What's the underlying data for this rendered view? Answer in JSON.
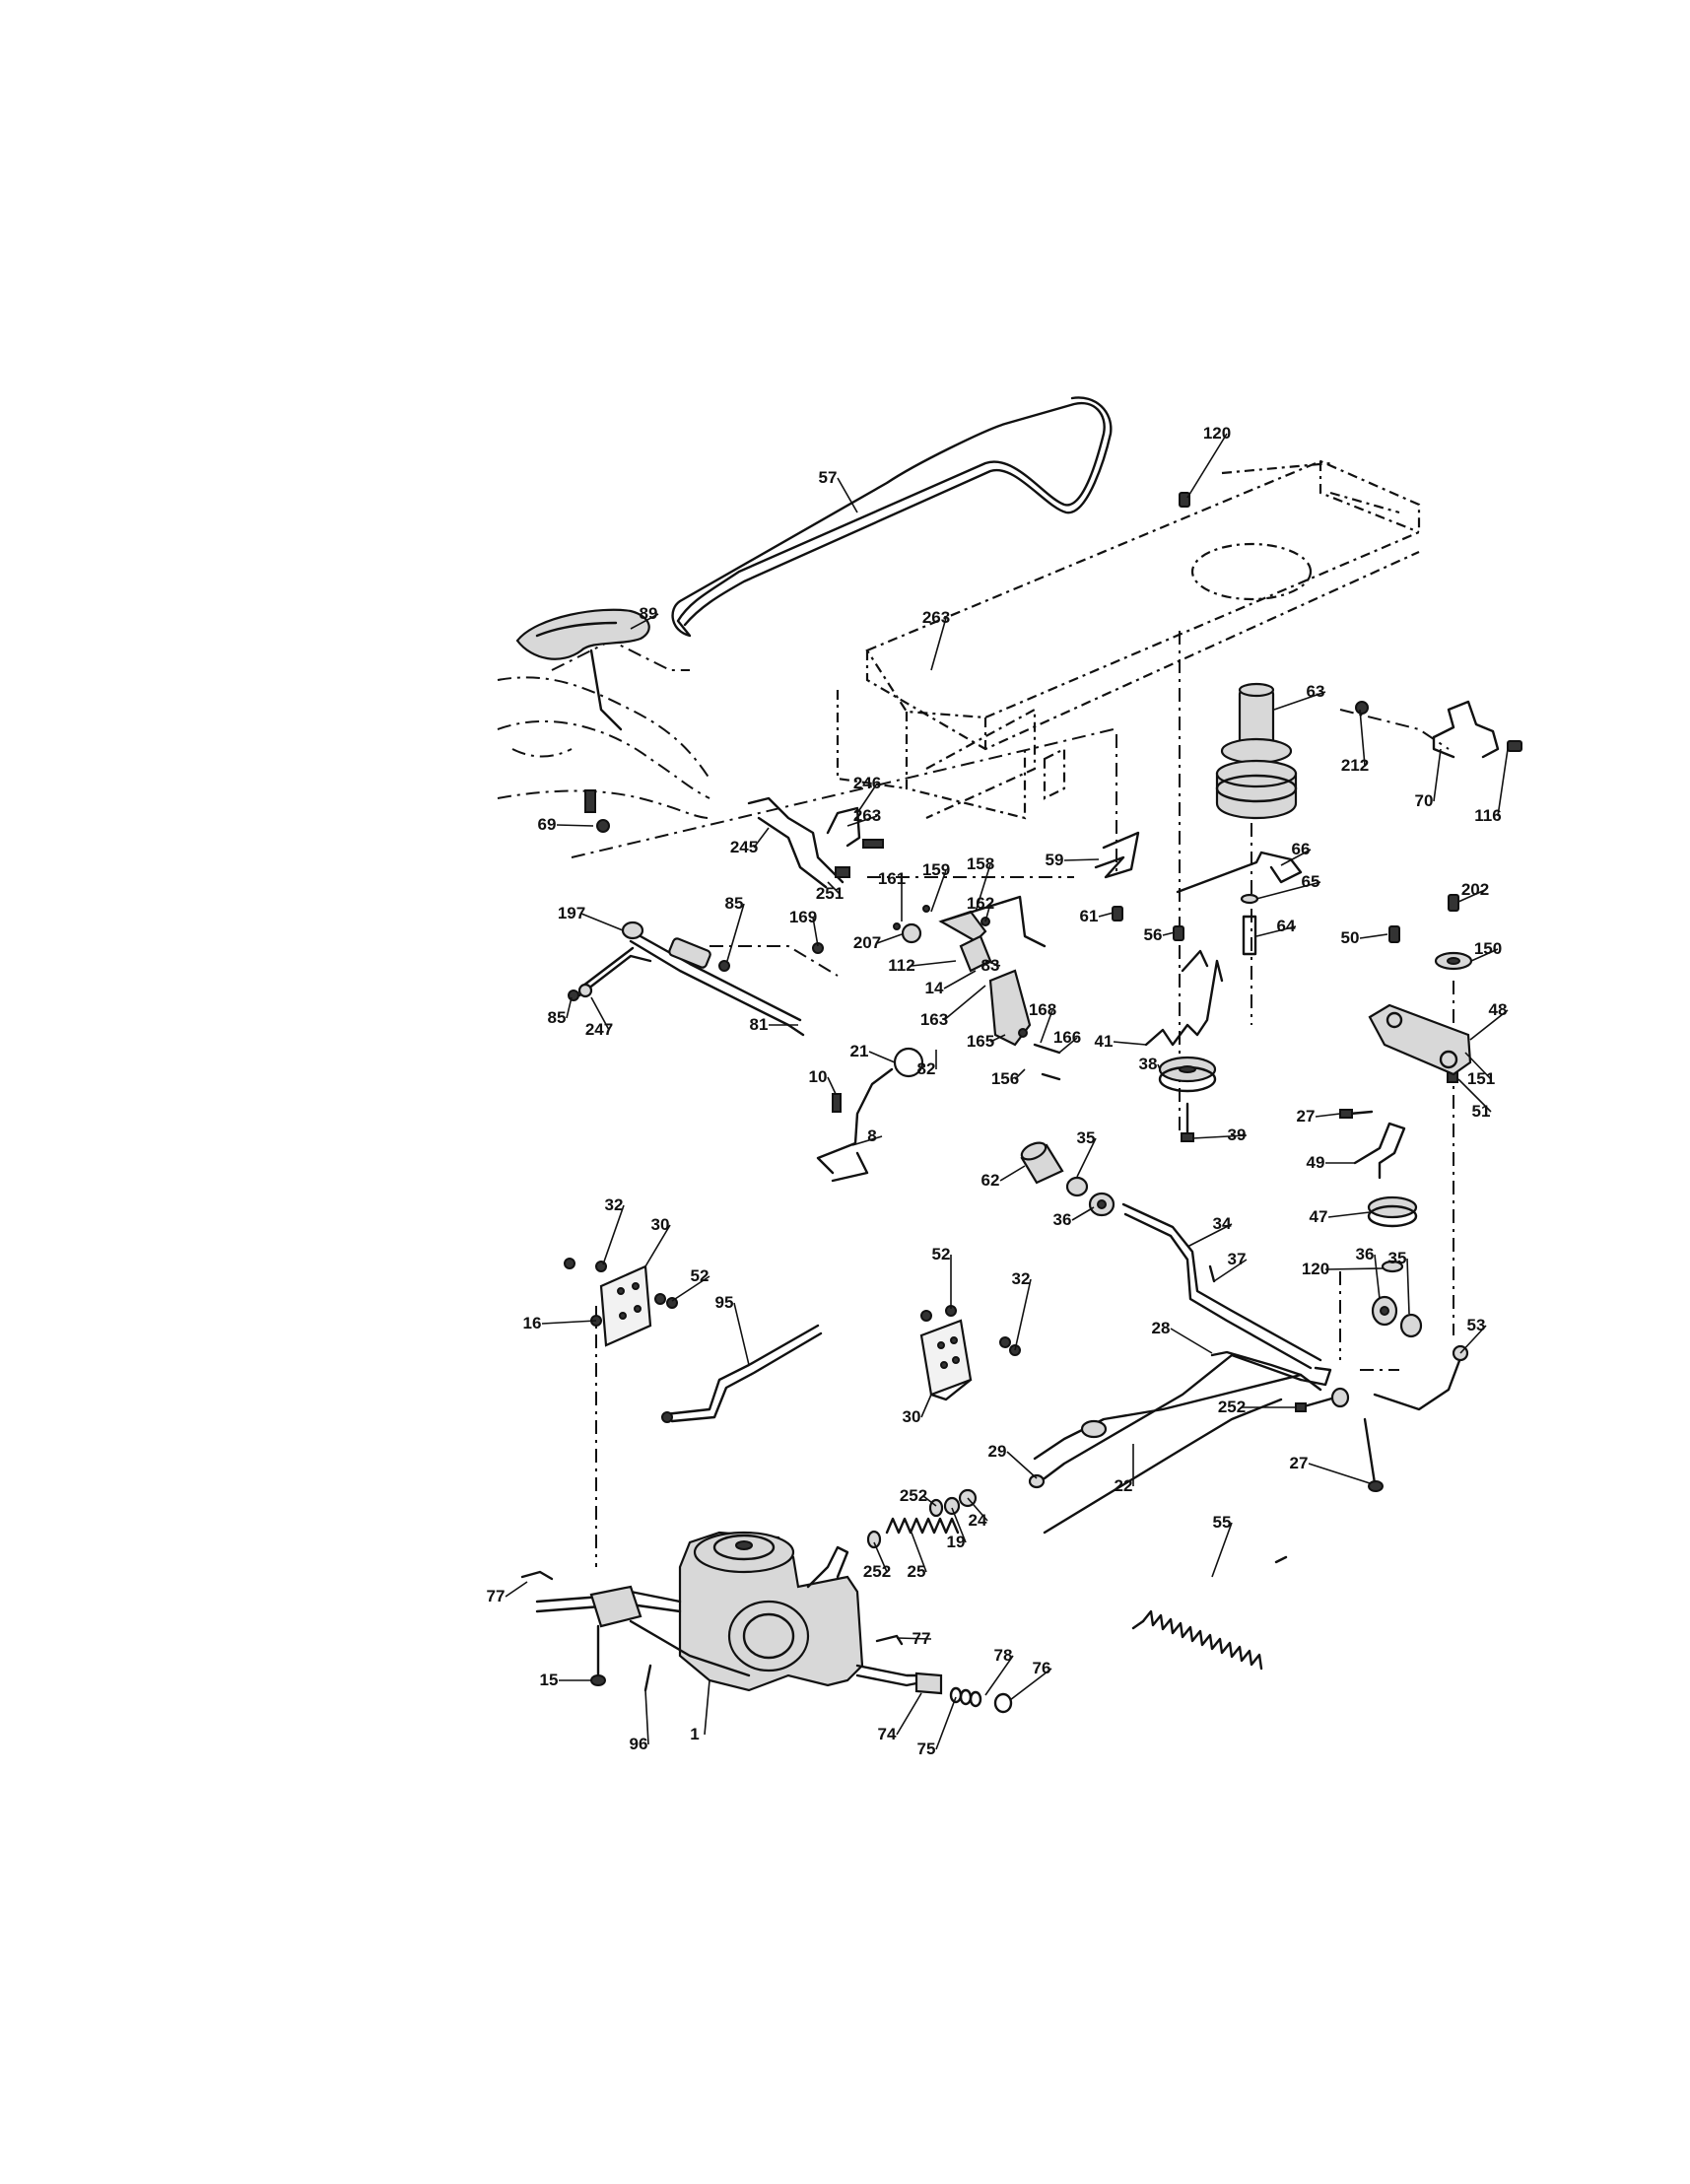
{
  "diagram": {
    "type": "exploded parts diagram",
    "callouts": [
      {
        "id": "c57",
        "label": "57"
      },
      {
        "id": "c120a",
        "label": "120"
      },
      {
        "id": "c89",
        "label": "89"
      },
      {
        "id": "c263a",
        "label": "263"
      },
      {
        "id": "c63",
        "label": "63"
      },
      {
        "id": "c212",
        "label": "212"
      },
      {
        "id": "c70",
        "label": "70"
      },
      {
        "id": "c116",
        "label": "116"
      },
      {
        "id": "c69",
        "label": "69"
      },
      {
        "id": "c246",
        "label": "246"
      },
      {
        "id": "c263b",
        "label": "263"
      },
      {
        "id": "c245",
        "label": "245"
      },
      {
        "id": "c251",
        "label": "251"
      },
      {
        "id": "c59",
        "label": "59"
      },
      {
        "id": "c66",
        "label": "66"
      },
      {
        "id": "c65",
        "label": "65"
      },
      {
        "id": "c202",
        "label": "202"
      },
      {
        "id": "c197",
        "label": "197"
      },
      {
        "id": "c85a",
        "label": "85"
      },
      {
        "id": "c169",
        "label": "169"
      },
      {
        "id": "c161",
        "label": "161"
      },
      {
        "id": "c159",
        "label": "159"
      },
      {
        "id": "c158",
        "label": "158"
      },
      {
        "id": "c162",
        "label": "162"
      },
      {
        "id": "c207",
        "label": "207"
      },
      {
        "id": "c61",
        "label": "61"
      },
      {
        "id": "c56",
        "label": "56"
      },
      {
        "id": "c64",
        "label": "64"
      },
      {
        "id": "c50",
        "label": "50"
      },
      {
        "id": "c150",
        "label": "150"
      },
      {
        "id": "c112",
        "label": "112"
      },
      {
        "id": "c83",
        "label": "83"
      },
      {
        "id": "c14",
        "label": "14"
      },
      {
        "id": "c41",
        "label": "41"
      },
      {
        "id": "c85b",
        "label": "85"
      },
      {
        "id": "c247",
        "label": "247"
      },
      {
        "id": "c81",
        "label": "81"
      },
      {
        "id": "c163",
        "label": "163"
      },
      {
        "id": "c168",
        "label": "168"
      },
      {
        "id": "c48",
        "label": "48"
      },
      {
        "id": "c21",
        "label": "21"
      },
      {
        "id": "c166",
        "label": "166"
      },
      {
        "id": "c165",
        "label": "165"
      },
      {
        "id": "c38",
        "label": "38"
      },
      {
        "id": "c27a",
        "label": "27"
      },
      {
        "id": "c151",
        "label": "151"
      },
      {
        "id": "c10",
        "label": "10"
      },
      {
        "id": "c82",
        "label": "82"
      },
      {
        "id": "c156",
        "label": "156"
      },
      {
        "id": "c51",
        "label": "51"
      },
      {
        "id": "c49",
        "label": "49"
      },
      {
        "id": "c8",
        "label": "8"
      },
      {
        "id": "c39",
        "label": "39"
      },
      {
        "id": "c47",
        "label": "47"
      },
      {
        "id": "c35a",
        "label": "35"
      },
      {
        "id": "c62",
        "label": "62"
      },
      {
        "id": "c36a",
        "label": "36"
      },
      {
        "id": "c120b",
        "label": "120"
      },
      {
        "id": "c32a",
        "label": "32"
      },
      {
        "id": "c30a",
        "label": "30"
      },
      {
        "id": "c34",
        "label": "34"
      },
      {
        "id": "c37",
        "label": "37"
      },
      {
        "id": "c36b",
        "label": "36"
      },
      {
        "id": "c35b",
        "label": "35"
      },
      {
        "id": "c52a",
        "label": "52"
      },
      {
        "id": "c52b",
        "label": "52"
      },
      {
        "id": "c32b",
        "label": "32"
      },
      {
        "id": "c16",
        "label": "16"
      },
      {
        "id": "c95",
        "label": "95"
      },
      {
        "id": "c28",
        "label": "28"
      },
      {
        "id": "c53",
        "label": "53"
      },
      {
        "id": "c30b",
        "label": "30"
      },
      {
        "id": "c252a",
        "label": "252"
      },
      {
        "id": "c29",
        "label": "29"
      },
      {
        "id": "c22",
        "label": "22"
      },
      {
        "id": "c27b",
        "label": "27"
      },
      {
        "id": "c252b",
        "label": "252"
      },
      {
        "id": "c24",
        "label": "24"
      },
      {
        "id": "c19",
        "label": "19"
      },
      {
        "id": "c252c",
        "label": "252"
      },
      {
        "id": "c25",
        "label": "25"
      },
      {
        "id": "c55",
        "label": "55"
      },
      {
        "id": "c77a",
        "label": "77"
      },
      {
        "id": "c77b",
        "label": "77"
      },
      {
        "id": "c15",
        "label": "15"
      },
      {
        "id": "c78",
        "label": "78"
      },
      {
        "id": "c76",
        "label": "76"
      },
      {
        "id": "c96",
        "label": "96"
      },
      {
        "id": "c1",
        "label": "1"
      },
      {
        "id": "c74",
        "label": "74"
      },
      {
        "id": "c75",
        "label": "75"
      }
    ]
  }
}
